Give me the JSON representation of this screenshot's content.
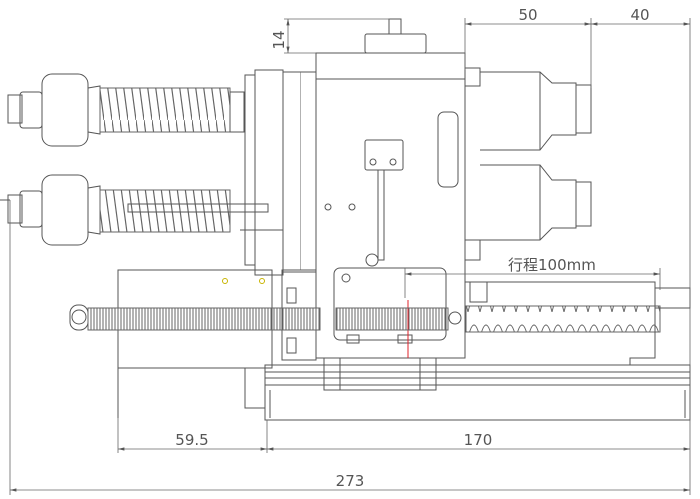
{
  "drawing": {
    "dimensions": {
      "height_top": "14",
      "actuator_length": "50",
      "fitting_length": "40",
      "stroke": "行程100mm",
      "left_offset": "59.5",
      "base_length": "170",
      "overall_length": "273"
    },
    "colors": {
      "line": "#555555",
      "marker_red": "#e0202a",
      "hole_yellow": "#c8b400"
    }
  }
}
